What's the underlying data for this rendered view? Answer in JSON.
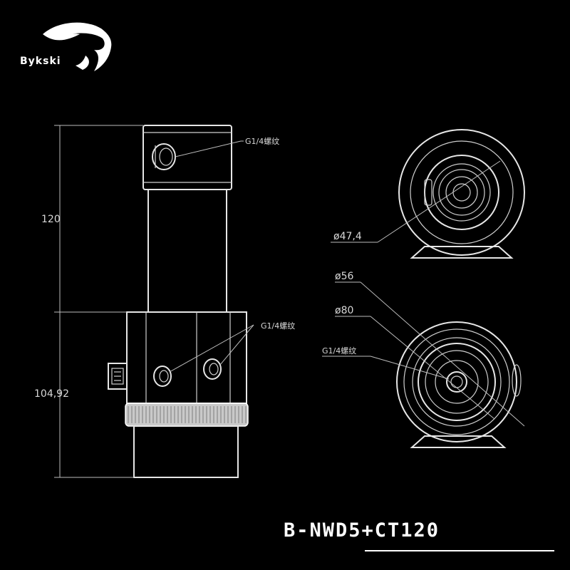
{
  "brand": {
    "name": "Bykski"
  },
  "product": {
    "code": "B-NWD5+CT120"
  },
  "labels": {
    "height_top": "120",
    "height_bottom": "104,92",
    "thread_top": "G1/4螺纹",
    "thread_side": "G1/4螺纹",
    "thread_front": "G1/4螺纹",
    "dia_top_view": "ø47,4",
    "dia_front_outer": "ø56",
    "dia_front_large": "ø80"
  },
  "colors": {
    "background": "#000000",
    "lines": "#e6e6e6",
    "text": "#d8d8d8"
  }
}
